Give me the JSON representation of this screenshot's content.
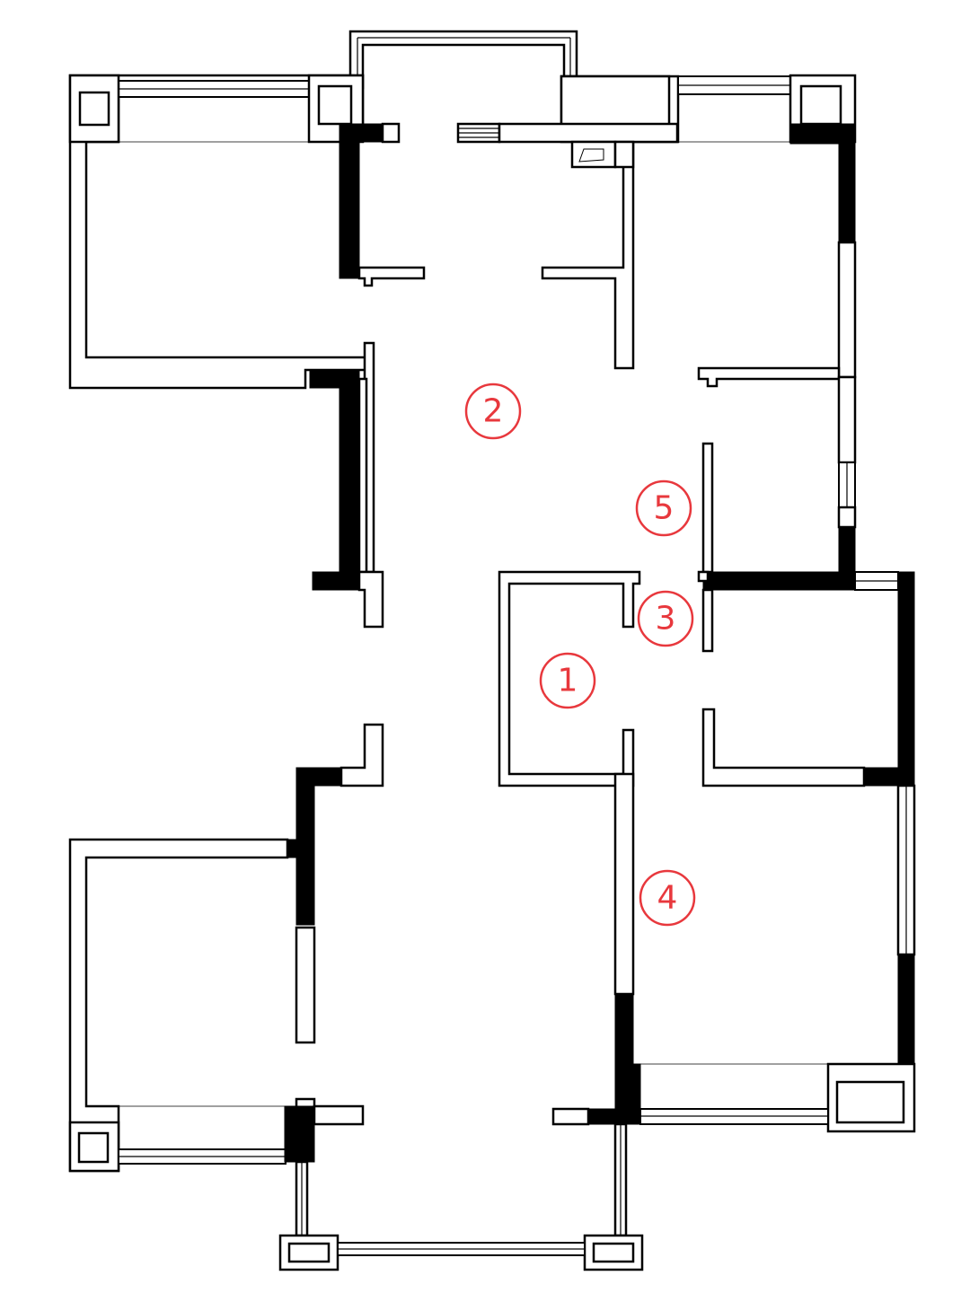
{
  "accent_color": "#e8383d",
  "markers": [
    {
      "id": "marker-1",
      "label": "1"
    },
    {
      "id": "marker-2",
      "label": "2"
    },
    {
      "id": "marker-3",
      "label": "3"
    },
    {
      "id": "marker-4",
      "label": "4"
    },
    {
      "id": "marker-5",
      "label": "5"
    }
  ]
}
